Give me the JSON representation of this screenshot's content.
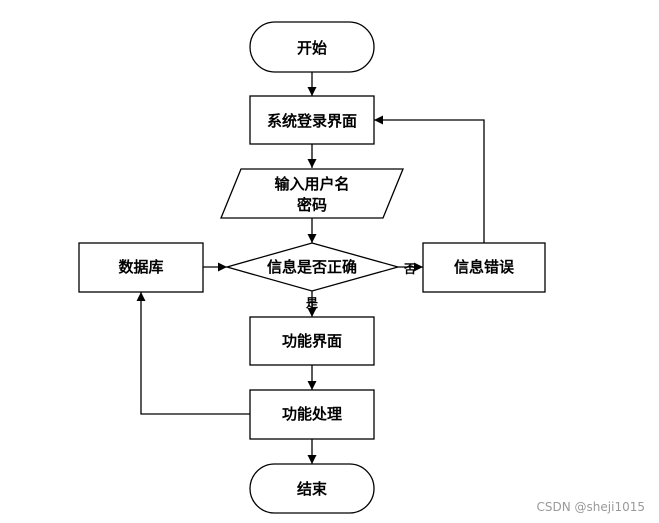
{
  "nodes": {
    "start": "开始",
    "login": "系统登录界面",
    "input_line1": "输入用户名",
    "input_line2": "密码",
    "decision": "信息是否正确",
    "database": "数据库",
    "error": "信息错误",
    "func_ui": "功能界面",
    "func_proc": "功能处理",
    "end": "结束"
  },
  "edges": {
    "no": "否",
    "yes": "是"
  },
  "watermark": "CSDN @sheji1015",
  "colors": {
    "stroke": "#000000",
    "background": "#ffffff",
    "watermark": "#9a9a9a"
  }
}
